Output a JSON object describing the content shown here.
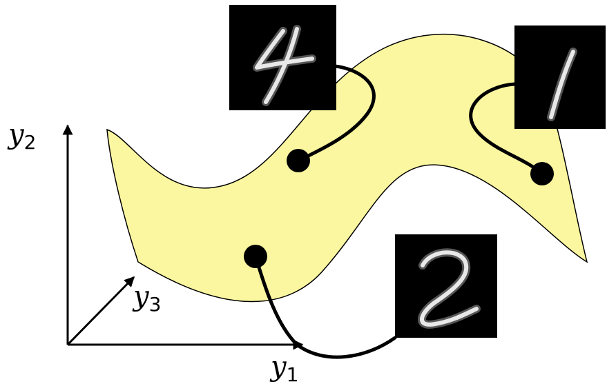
{
  "axes": {
    "y1": {
      "var": "y",
      "sub": "1"
    },
    "y2": {
      "var": "y",
      "sub": "2"
    },
    "y3": {
      "var": "y",
      "sub": "3"
    }
  },
  "colors": {
    "manifold_fill": "#fbf7a0",
    "outline": "#000000",
    "thumbnail_bg": "#000000",
    "digit": "#e8e8e8"
  },
  "samples": [
    {
      "digit": "4",
      "image": "mnist-digit-4-thumbnail"
    },
    {
      "digit": "1",
      "image": "mnist-digit-1-thumbnail"
    },
    {
      "digit": "2",
      "image": "mnist-digit-2-thumbnail"
    }
  ]
}
